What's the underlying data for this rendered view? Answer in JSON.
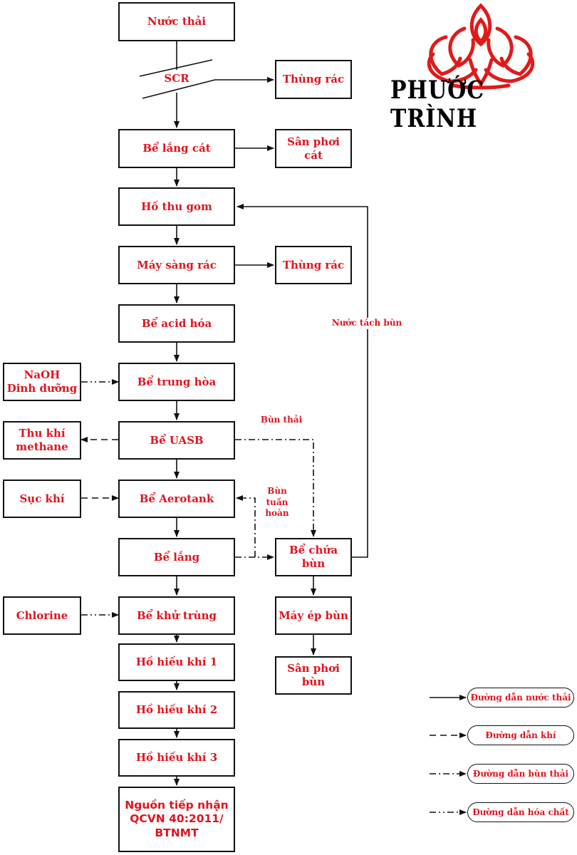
{
  "nodes": {
    "nuoc_thai": "Nước thải",
    "scr": "SCR",
    "thung_rac_1": "Thùng rác",
    "be_lang_cat": "Bể lắng cát",
    "san_phoi_cat": "Sân phơi cát",
    "ho_thu_gom": "Hố thu gom",
    "may_sang_rac": "Máy sàng rác",
    "thung_rac_2": "Thùng rác",
    "be_acid_hoa": "Bể acid hóa",
    "naoh": "NaOH\nDinh dưỡng",
    "be_trung_hoa": "Bể trung hòa",
    "thu_khi": "Thu khí\nmethane",
    "be_uasb": "Bể UASB",
    "suc_khi": "Sục khí",
    "be_aerotank": "Bể Aerotank",
    "be_lang": "Bể lắng",
    "be_chua_bun": "Bể chứa bùn",
    "chlorine": "Chlorine",
    "be_khu_trung": "Bể khử trùng",
    "may_ep_bun": "Máy ép bùn",
    "san_phoi_bun": "Sân phơi\nbùn",
    "ho_hieu_khi_1": "Hồ hiếu khí 1",
    "ho_hieu_khi_2": "Hồ hiếu khí 2",
    "ho_hieu_khi_3": "Hồ hiếu khí 3",
    "nguon_tiep_nhan": "Nguồn tiếp nhận\nQCVN 40:2011/\nBTNMT"
  },
  "edge_labels": {
    "nuoc_tach_bun": "Nước tách bùn",
    "bun_thai": "Bùn thải",
    "bun_tuan_hoan": "Bùn\ntuần\nhoàn"
  },
  "legend": {
    "nuoc_thai": "Đường dẫn nước thải",
    "khi": "Đường dẫn khí",
    "bun_thai": "Đường dẫn bùn thải",
    "hoa_chat": "Đường dẫn hóa chất"
  },
  "logo": {
    "text": "PHƯỚC TRÌNH",
    "icon": "lotus-icon"
  },
  "colors": {
    "text": "#e0141e",
    "line": "#111111",
    "logo_lotus": "#e01a1a"
  }
}
